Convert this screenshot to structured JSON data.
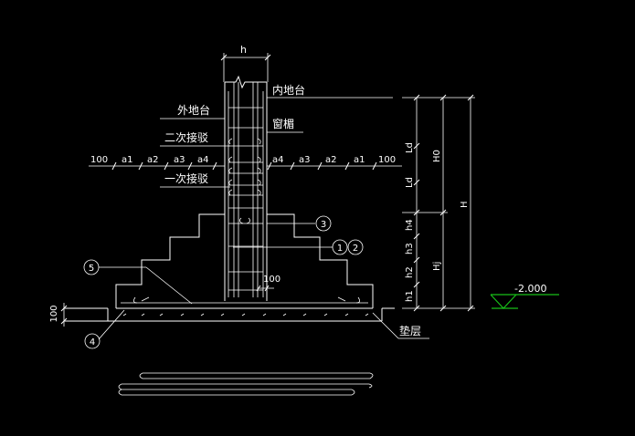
{
  "drawing": {
    "width_symbol": "h",
    "labels": {
      "outer_ground": "外地台",
      "inner_ground": "内地台",
      "second_splice": "二次接驳",
      "first_splice": "一次接驳",
      "window_sill": "窗楣",
      "cushion": "垫层"
    },
    "dims_left": [
      "100",
      "a1",
      "a2",
      "a3",
      "a4"
    ],
    "dims_right": [
      "a4",
      "a3",
      "a2",
      "a1",
      "100"
    ],
    "dim_100_base": "100",
    "dim_100_column": "100",
    "vertical_dims": [
      "Ld",
      "Ld",
      "h4",
      "h3",
      "h2",
      "h1"
    ],
    "vertical_totals": [
      "H0",
      "Hj",
      "H"
    ],
    "callouts": [
      "1",
      "2",
      "3",
      "4",
      "5"
    ],
    "elevation": "-2.000"
  },
  "colors": {
    "background": "#000000",
    "lines": "#ffffff",
    "elevation_marker": "#18c018"
  }
}
